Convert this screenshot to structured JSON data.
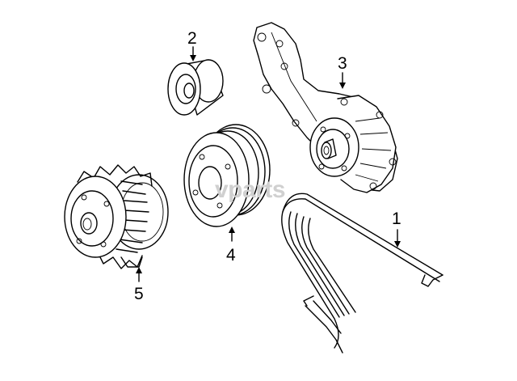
{
  "watermark": "vparts",
  "callouts": [
    {
      "id": "1",
      "part": "belt"
    },
    {
      "id": "2",
      "part": "idler-pulley"
    },
    {
      "id": "3",
      "part": "water-pump"
    },
    {
      "id": "4",
      "part": "pump-pulley"
    },
    {
      "id": "5",
      "part": "fan-clutch"
    }
  ]
}
